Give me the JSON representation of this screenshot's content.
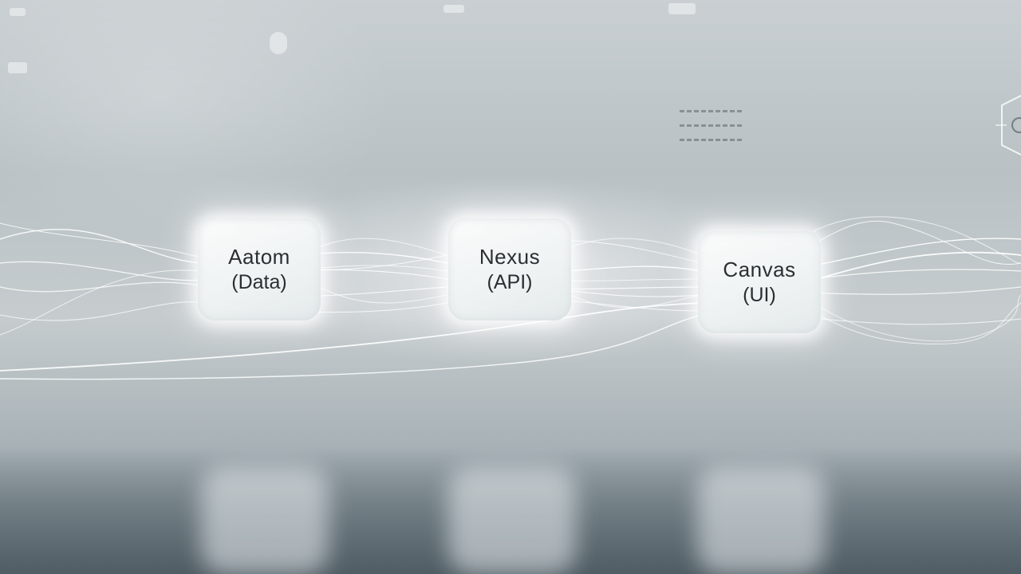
{
  "nodes": [
    {
      "name": "Aatom",
      "role": "(Data)"
    },
    {
      "name": "Nexus",
      "role": "(API)"
    },
    {
      "name": "Canvas",
      "role": "(UI)"
    }
  ],
  "colors": {
    "background_top": "#c9cfd2",
    "background_bottom": "#6f7c83",
    "node_fill": "#f4f7f7",
    "node_text": "#2b2f31",
    "flow_line": "#ffffff"
  },
  "icons": {
    "corner_badge": "hexagon-icon"
  }
}
